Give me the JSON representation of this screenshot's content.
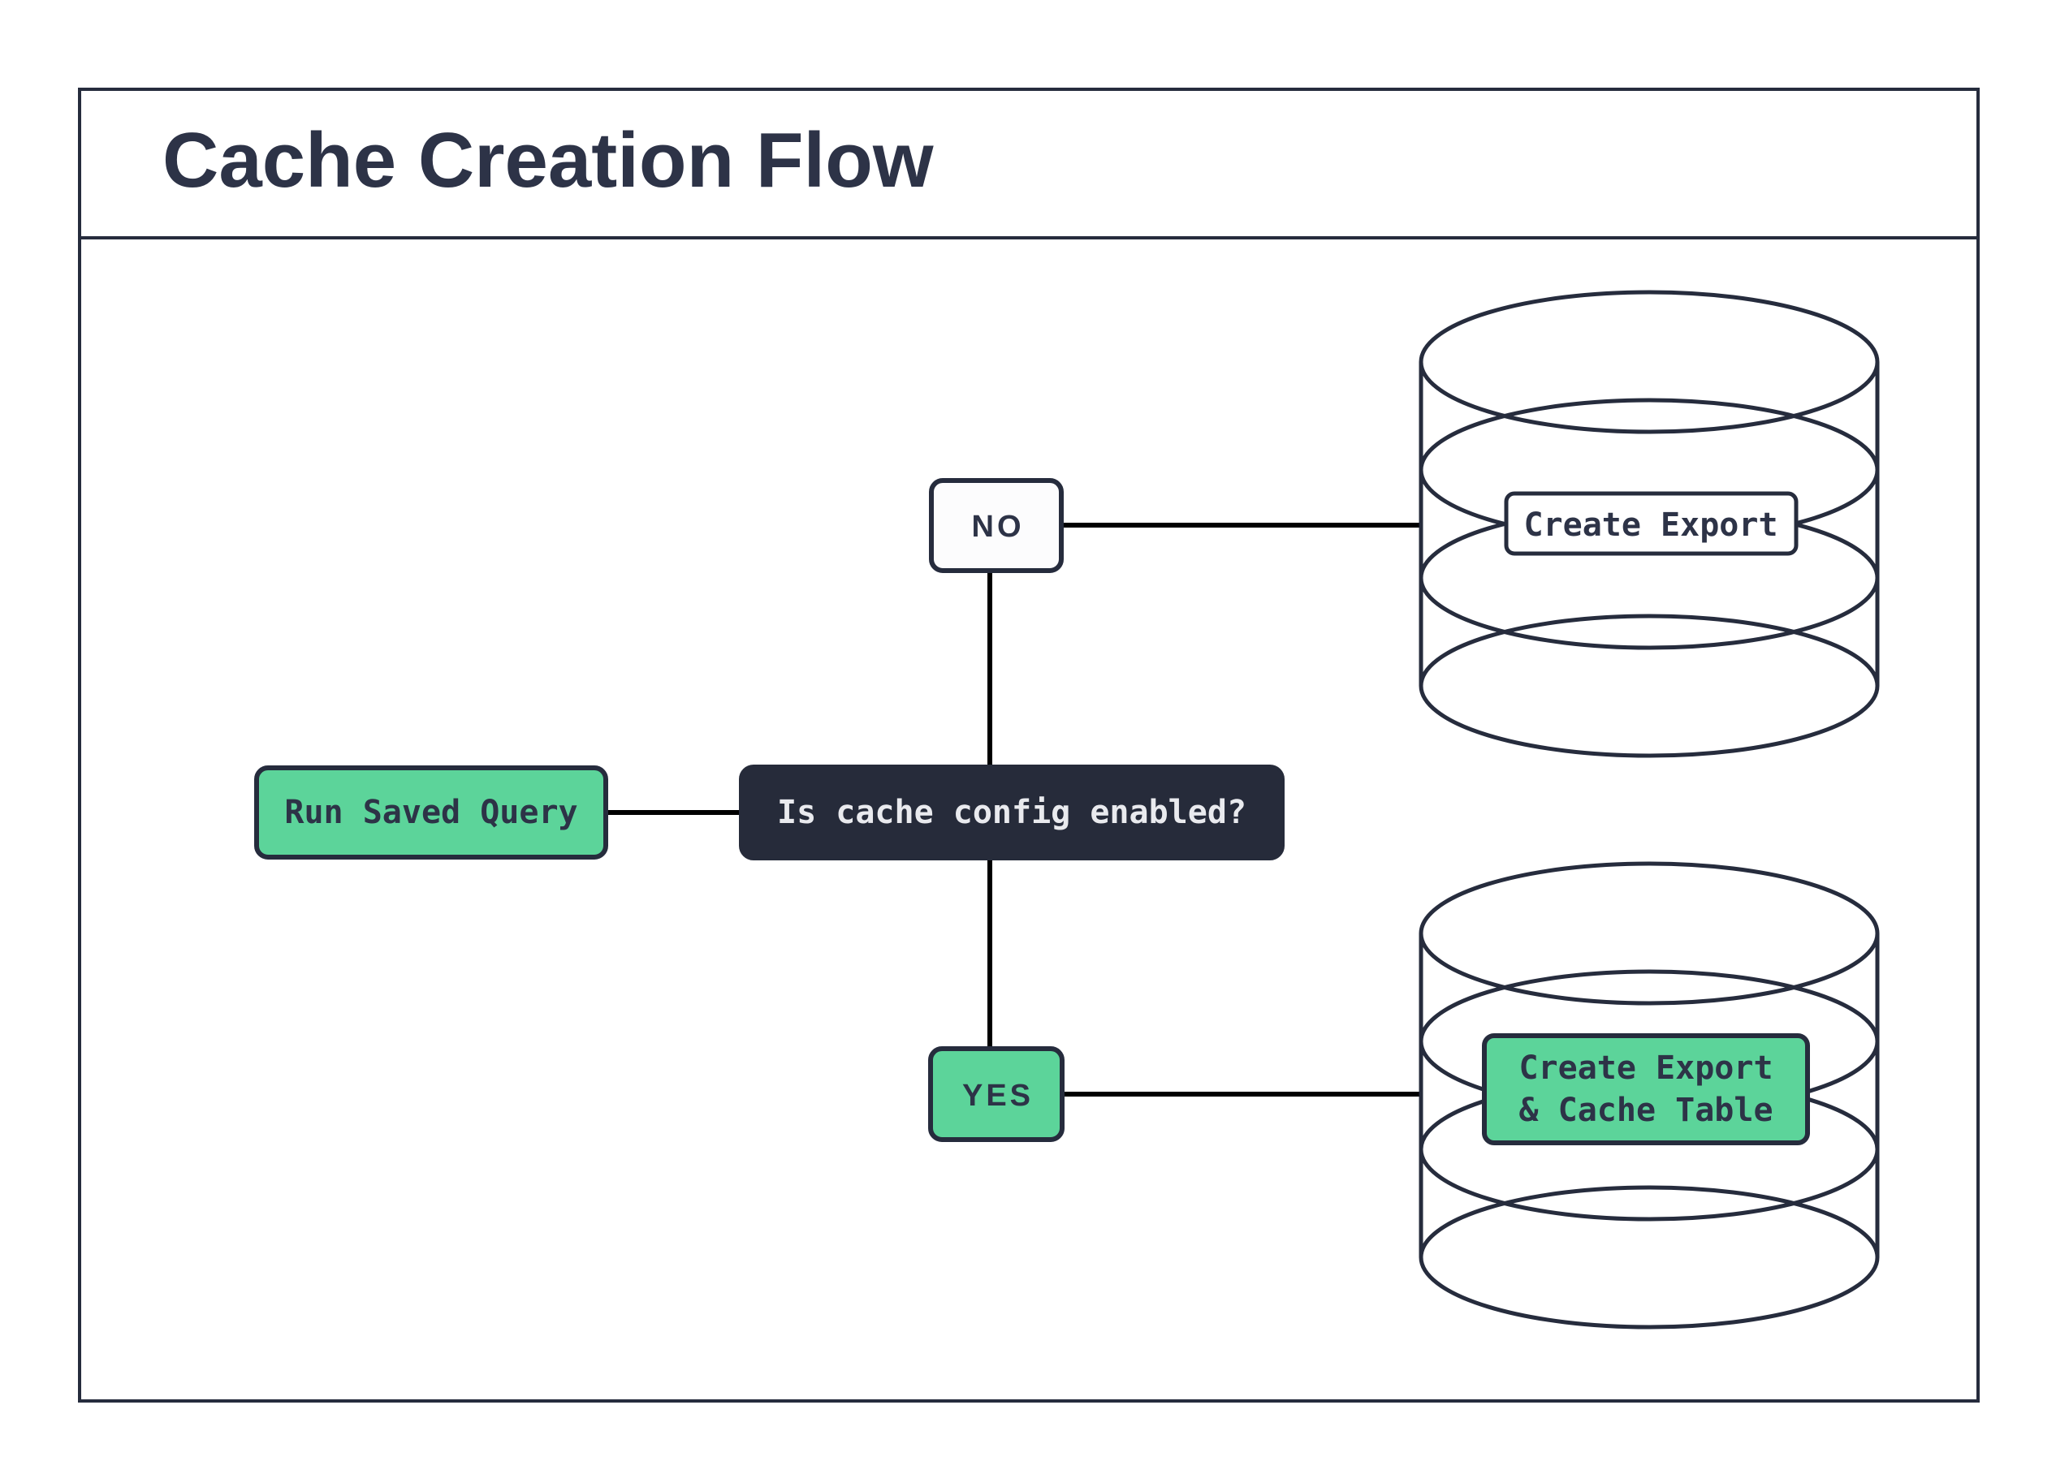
{
  "title": "Cache Creation Flow",
  "nodes": {
    "run_saved_query": {
      "label": "Run Saved Query"
    },
    "decision": {
      "label": "Is cache config enabled?"
    },
    "no_branch": {
      "label": "NO"
    },
    "yes_branch": {
      "label": "YES"
    },
    "export_db": {
      "label": "Create Export"
    },
    "export_cache_db": {
      "line1": "Create Export",
      "line2": "& Cache Table"
    }
  },
  "edges": [
    {
      "from": "run_saved_query",
      "to": "decision"
    },
    {
      "from": "decision",
      "to": "no_branch"
    },
    {
      "from": "decision",
      "to": "yes_branch"
    },
    {
      "from": "no_branch",
      "to": "export_db"
    },
    {
      "from": "yes_branch",
      "to": "export_cache_db"
    }
  ],
  "colors": {
    "accent_green": "#5cd49a",
    "navy_stroke": "#262c3d",
    "dark_node_bg": "#262b3a",
    "dark_node_text": "#e9eaee",
    "connector": "#000000",
    "background": "#ffffff",
    "title_text": "#2d3347"
  }
}
